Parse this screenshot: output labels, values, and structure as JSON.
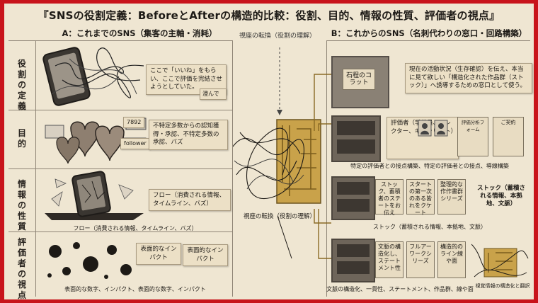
{
  "title": "『SNSの役割定義：BeforeとAfterの構造的比較：役割、目的、情報の性質、評価者の視点』",
  "headers": {
    "left": "A：これまでのSNS（集客の主軸・消耗）",
    "middle": "視座の転換（役割の理解）",
    "right": "B：これからのSNS（名刺代わりの窓口・回路構築）"
  },
  "rows": [
    {
      "label": "役割の定義"
    },
    {
      "label": "目的"
    },
    {
      "label": "情報の性質"
    },
    {
      "label": "評価者の視点"
    }
  ],
  "left": {
    "row1_note": "ここで「いいね」をもらい、ここで評価を完結させようとしていた。",
    "row1_stamp": "澄んで",
    "row2_note": "不特定多数からの認知獲得・承認、不特定多数の承認、バズ",
    "row2_badge_count": "7892",
    "row2_badge_follow": "follower",
    "row3_note": "フロー（消費される情報、タイムライン、バズ）",
    "row3_caption": "フロー（消費される情報、タイムライン、バズ）",
    "row4_note1": "表面的なインパクト",
    "row4_note2": "表面的なインパクト",
    "row4_caption": "表面的な数字、インパクト、表面的な数字、インパクト"
  },
  "middle": {
    "caption": "視座の転換（役割の理解）"
  },
  "right": {
    "row1_plate": "石程のコラット",
    "row1_note": "現在の活動状況（生存確認）を伝え、本当に見て欲しい「構造化された作品群（ストック）」へ誘導するための窓口として使う。",
    "row2_card": "評価者（学芸員、コレクター、ギャラリスト）",
    "row2_doc1": "評価分析フォーム",
    "row2_doc2": "ご契約",
    "row2_caption": "特定の評価者との接点構築、特定の評価者との接点、導線構築",
    "row3_plate1": "ストック、蓄積者のステートをお伝え",
    "row3_plate2": "スタートの第一次のある皆れをクケート",
    "row3_plate3": "整理的な作作書群シリーズ",
    "row3_side": "ストック（蓄積される情報、本拠地、文脈）",
    "row3_caption": "ストック（蓄積される情報、本拠地、文脈）",
    "row4_plate1": "文脈の構造化し、ステートメント性",
    "row4_plate2": "フルアーワークシリーズ",
    "row4_plate3": "構造的のライン線や面",
    "row4_caption": "文脈の構造化、一貫性、ステートメント、作品群、線や面",
    "row4_corner": "視覚情報の構造化と翻訳"
  },
  "colors": {
    "border": "#c8141b",
    "background": "#efe6d2",
    "ink": "#1d1a16",
    "gold": "#c9a24a"
  }
}
